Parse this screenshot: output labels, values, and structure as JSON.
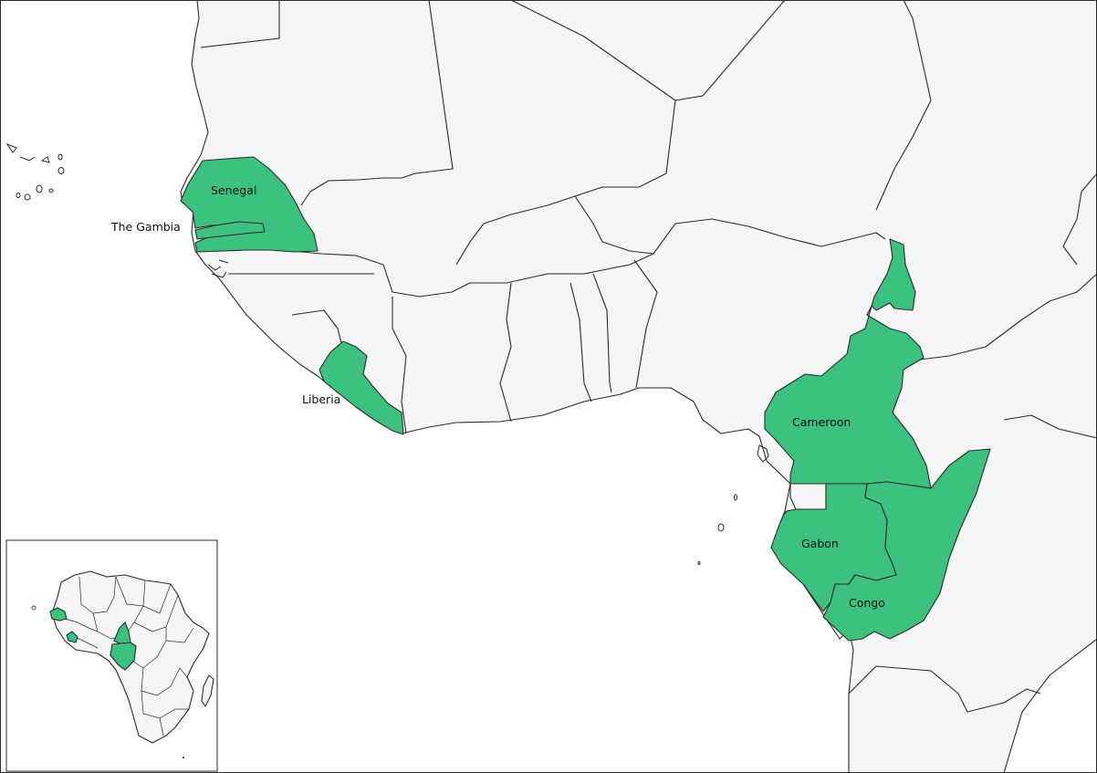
{
  "map": {
    "labels": {
      "senegal": "Senegal",
      "gambia": "The Gambia",
      "liberia": "Liberia",
      "cameroon": "Cameroon",
      "gabon": "Gabon",
      "congo": "Congo"
    },
    "colors": {
      "highlight": "#3cc17e",
      "land": "#f3f6f4",
      "sea": "#ffffff",
      "border": "#2b2b2b"
    },
    "inset": {
      "subject": "Africa overview"
    }
  }
}
